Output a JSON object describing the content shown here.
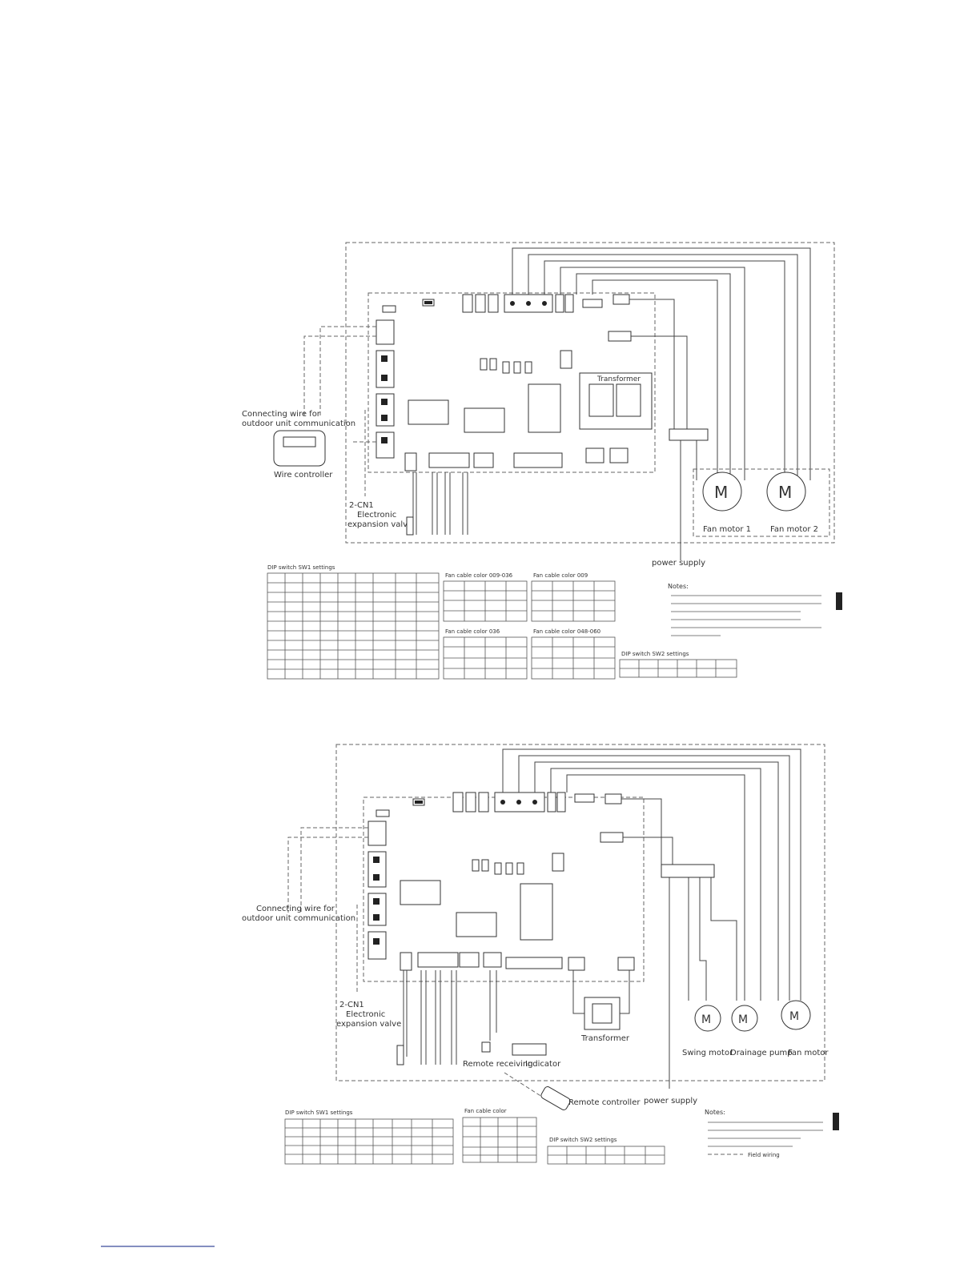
{
  "diagram1": {
    "dip_table_title": "DIP switch SW1 settings",
    "fan_table_title_a": "Fan cable color 009-036",
    "fan_table_title_b": "Fan cable color 009",
    "fan_table_title_c": "Fan cable color 036",
    "fan_table_title_d": "Fan cable color 048-060",
    "dip_sw2_title": "DIP switch SW2 settings",
    "labels": {
      "conn_a": "Connecting wire for",
      "conn_b": "outdoor unit communication",
      "wire_ctrl": "Wire controller",
      "eev_code": "2-CN1",
      "eev_a": "Electronic",
      "eev_b": "expansion valve",
      "transformer": "Transformer",
      "power": "power supply",
      "fan1": "Fan motor 1",
      "fan2": "Fan motor 2",
      "motor_m": "M",
      "notes_title": "Notes:"
    }
  },
  "diagram2": {
    "dip_table_title": "DIP switch SW1 settings",
    "fan_table_title": "Fan cable color",
    "dip_sw2_title": "DIP switch SW2 settings",
    "labels": {
      "conn_a": "Connecting wire for",
      "conn_b": "outdoor unit communication",
      "eev_code": "2-CN1",
      "eev_a": "Electronic",
      "eev_b": "expansion valve",
      "transformer": "Transformer",
      "remote": "Remote controller",
      "receiver": "Remote receiving",
      "indicator": "Indicator",
      "power": "power supply",
      "swing": "Swing motor",
      "pump": "Drainage pump",
      "fan": "Fan motor",
      "motor_m": "M",
      "notes_title": "Notes:",
      "field": "Field wiring"
    }
  }
}
